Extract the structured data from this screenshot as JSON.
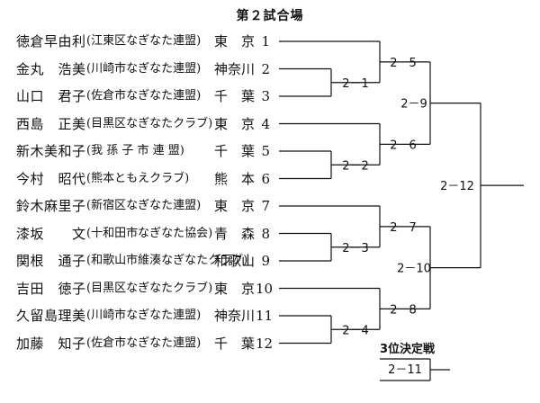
{
  "page": {
    "title": "第２試合場"
  },
  "players": [
    {
      "name": "徳倉早由利",
      "club": "(江東区なぎなた連盟)",
      "prefecture": "東　京",
      "seed": "1"
    },
    {
      "name": "金丸　浩美",
      "club": "(川崎市なぎなた連盟)",
      "prefecture": "神奈川",
      "seed": "2"
    },
    {
      "name": "山口　君子",
      "club": "(佐倉市なぎなた連盟)",
      "prefecture": "千　葉",
      "seed": "3"
    },
    {
      "name": "西島　正美",
      "club": "(目黒区なぎなたクラブ)",
      "prefecture": "東　京",
      "seed": "4"
    },
    {
      "name": "新木美和子",
      "club": "(我 孫 子 市 連 盟)",
      "prefecture": "千　葉",
      "seed": "5"
    },
    {
      "name": "今村　昭代",
      "club": "(熊本ともえクラブ)",
      "prefecture": "熊　本",
      "seed": "6"
    },
    {
      "name": "鈴木麻里子",
      "club": "(新宿区なぎなた連盟)",
      "prefecture": "東　京",
      "seed": "7"
    },
    {
      "name": "漆坂　　文",
      "club": "(十和田市なぎなた協会)",
      "prefecture": "青　森",
      "seed": "8"
    },
    {
      "name": "関根　通子",
      "club": "(和歌山市維湊なぎなたクラブ)",
      "prefecture": "和歌山",
      "seed": "9"
    },
    {
      "name": "吉田　徳子",
      "club": "(目黒区なぎなたクラブ)",
      "prefecture": "東　京",
      "seed": "10"
    },
    {
      "name": "久留島理美",
      "club": "(川崎市なぎなた連盟)",
      "prefecture": "神奈川",
      "seed": "11"
    },
    {
      "name": "加藤　知子",
      "club": "(佐倉市なぎなた連盟)",
      "prefecture": "千　葉",
      "seed": "12"
    }
  ],
  "matches": [
    {
      "id": "m1",
      "label": "2－1"
    },
    {
      "id": "m2",
      "label": "2－2"
    },
    {
      "id": "m3",
      "label": "2－3"
    },
    {
      "id": "m4",
      "label": "2－4"
    },
    {
      "id": "m5",
      "label": "2－5"
    },
    {
      "id": "m6",
      "label": "2－6"
    },
    {
      "id": "m7",
      "label": "2－7"
    },
    {
      "id": "m8",
      "label": "2－8"
    },
    {
      "id": "m9",
      "label": "2－9"
    },
    {
      "id": "m10",
      "label": "2－10"
    },
    {
      "id": "m11",
      "label": "2－11"
    },
    {
      "id": "m12",
      "label": "2－12"
    }
  ],
  "third_place": {
    "title": "3位決定戦"
  }
}
